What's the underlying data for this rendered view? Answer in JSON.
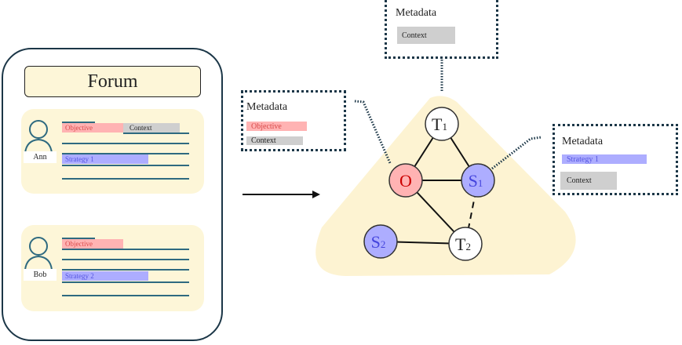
{
  "forum": {
    "title": "Forum",
    "posts": [
      {
        "author": "Ann",
        "tags": {
          "objective": "Objective",
          "context": "Context",
          "strategy": "Strategy 1"
        }
      },
      {
        "author": "Bob",
        "tags": {
          "objective": "Objective",
          "strategy": "Strategy 2"
        }
      }
    ]
  },
  "metadata_boxes": {
    "top": {
      "title": "Metadata",
      "tags": [
        "Context"
      ],
      "attached_to": "T1"
    },
    "left": {
      "title": "Metadata",
      "tags": [
        "Objective",
        "Context"
      ],
      "attached_to": "O"
    },
    "right": {
      "title": "Metadata",
      "tags": [
        "Strategy 1",
        "Context"
      ],
      "attached_to": "S1"
    }
  },
  "graph": {
    "nodes": [
      {
        "id": "T1",
        "letter": "T",
        "sub": "1",
        "type": "topic"
      },
      {
        "id": "O",
        "letter": "O",
        "sub": "",
        "type": "objective"
      },
      {
        "id": "S1",
        "letter": "S",
        "sub": "1",
        "type": "strategy"
      },
      {
        "id": "S2",
        "letter": "S",
        "sub": "2",
        "type": "strategy"
      },
      {
        "id": "T2",
        "letter": "T",
        "sub": "2",
        "type": "topic"
      }
    ],
    "edges": [
      {
        "from": "T1",
        "to": "O",
        "style": "solid"
      },
      {
        "from": "T1",
        "to": "S1",
        "style": "solid"
      },
      {
        "from": "O",
        "to": "S1",
        "style": "solid"
      },
      {
        "from": "O",
        "to": "T2",
        "style": "solid"
      },
      {
        "from": "S1",
        "to": "T2",
        "style": "dashed"
      },
      {
        "from": "S2",
        "to": "T2",
        "style": "solid"
      }
    ]
  },
  "colors": {
    "objective_fill": "#ffb3b3",
    "objective_text": "#cc0000",
    "strategy_fill": "#adadff",
    "strategy_text": "#4444dd",
    "context_fill": "#cfcfcf",
    "panel_fill": "#fdf6d8",
    "frame": "#1b3647"
  }
}
